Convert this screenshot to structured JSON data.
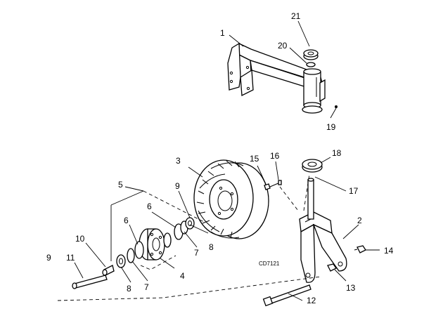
{
  "figure": {
    "code": "CD7121",
    "callouts": [
      "1",
      "2",
      "3",
      "4",
      "5",
      "6",
      "6",
      "7",
      "7",
      "8",
      "8",
      "9",
      "9",
      "10",
      "11",
      "12",
      "13",
      "14",
      "15",
      "16",
      "17",
      "18",
      "19",
      "20",
      "21"
    ]
  },
  "parts": [
    {
      "number": "1",
      "icon": "caster-arm-bracket-icon"
    },
    {
      "number": "2",
      "icon": "caster-fork-icon"
    },
    {
      "number": "3",
      "icon": "tire-wheel-icon"
    },
    {
      "number": "4",
      "icon": "wheel-hub-icon"
    },
    {
      "number": "5",
      "icon": "bearing-group-icon"
    },
    {
      "number": "6",
      "icon": "bearing-cone-icon"
    },
    {
      "number": "7",
      "icon": "bearing-cup-icon"
    },
    {
      "number": "8",
      "icon": "seal-icon"
    },
    {
      "number": "9",
      "icon": "spacer-icon"
    },
    {
      "number": "10",
      "icon": "sleeve-icon"
    },
    {
      "number": "11",
      "icon": "axle-bolt-icon"
    },
    {
      "number": "12",
      "icon": "bolt-icon"
    },
    {
      "number": "13",
      "icon": "nut-icon"
    },
    {
      "number": "14",
      "icon": "grease-fitting-icon"
    },
    {
      "number": "15",
      "icon": "wheel-nut-icon"
    },
    {
      "number": "16",
      "icon": "wheel-stud-icon"
    },
    {
      "number": "17",
      "icon": "spindle-shaft-icon"
    },
    {
      "number": "18",
      "icon": "washer-icon"
    },
    {
      "number": "19",
      "icon": "pin-icon"
    },
    {
      "number": "20",
      "icon": "o-ring-icon"
    },
    {
      "number": "21",
      "icon": "bushing-icon"
    }
  ]
}
